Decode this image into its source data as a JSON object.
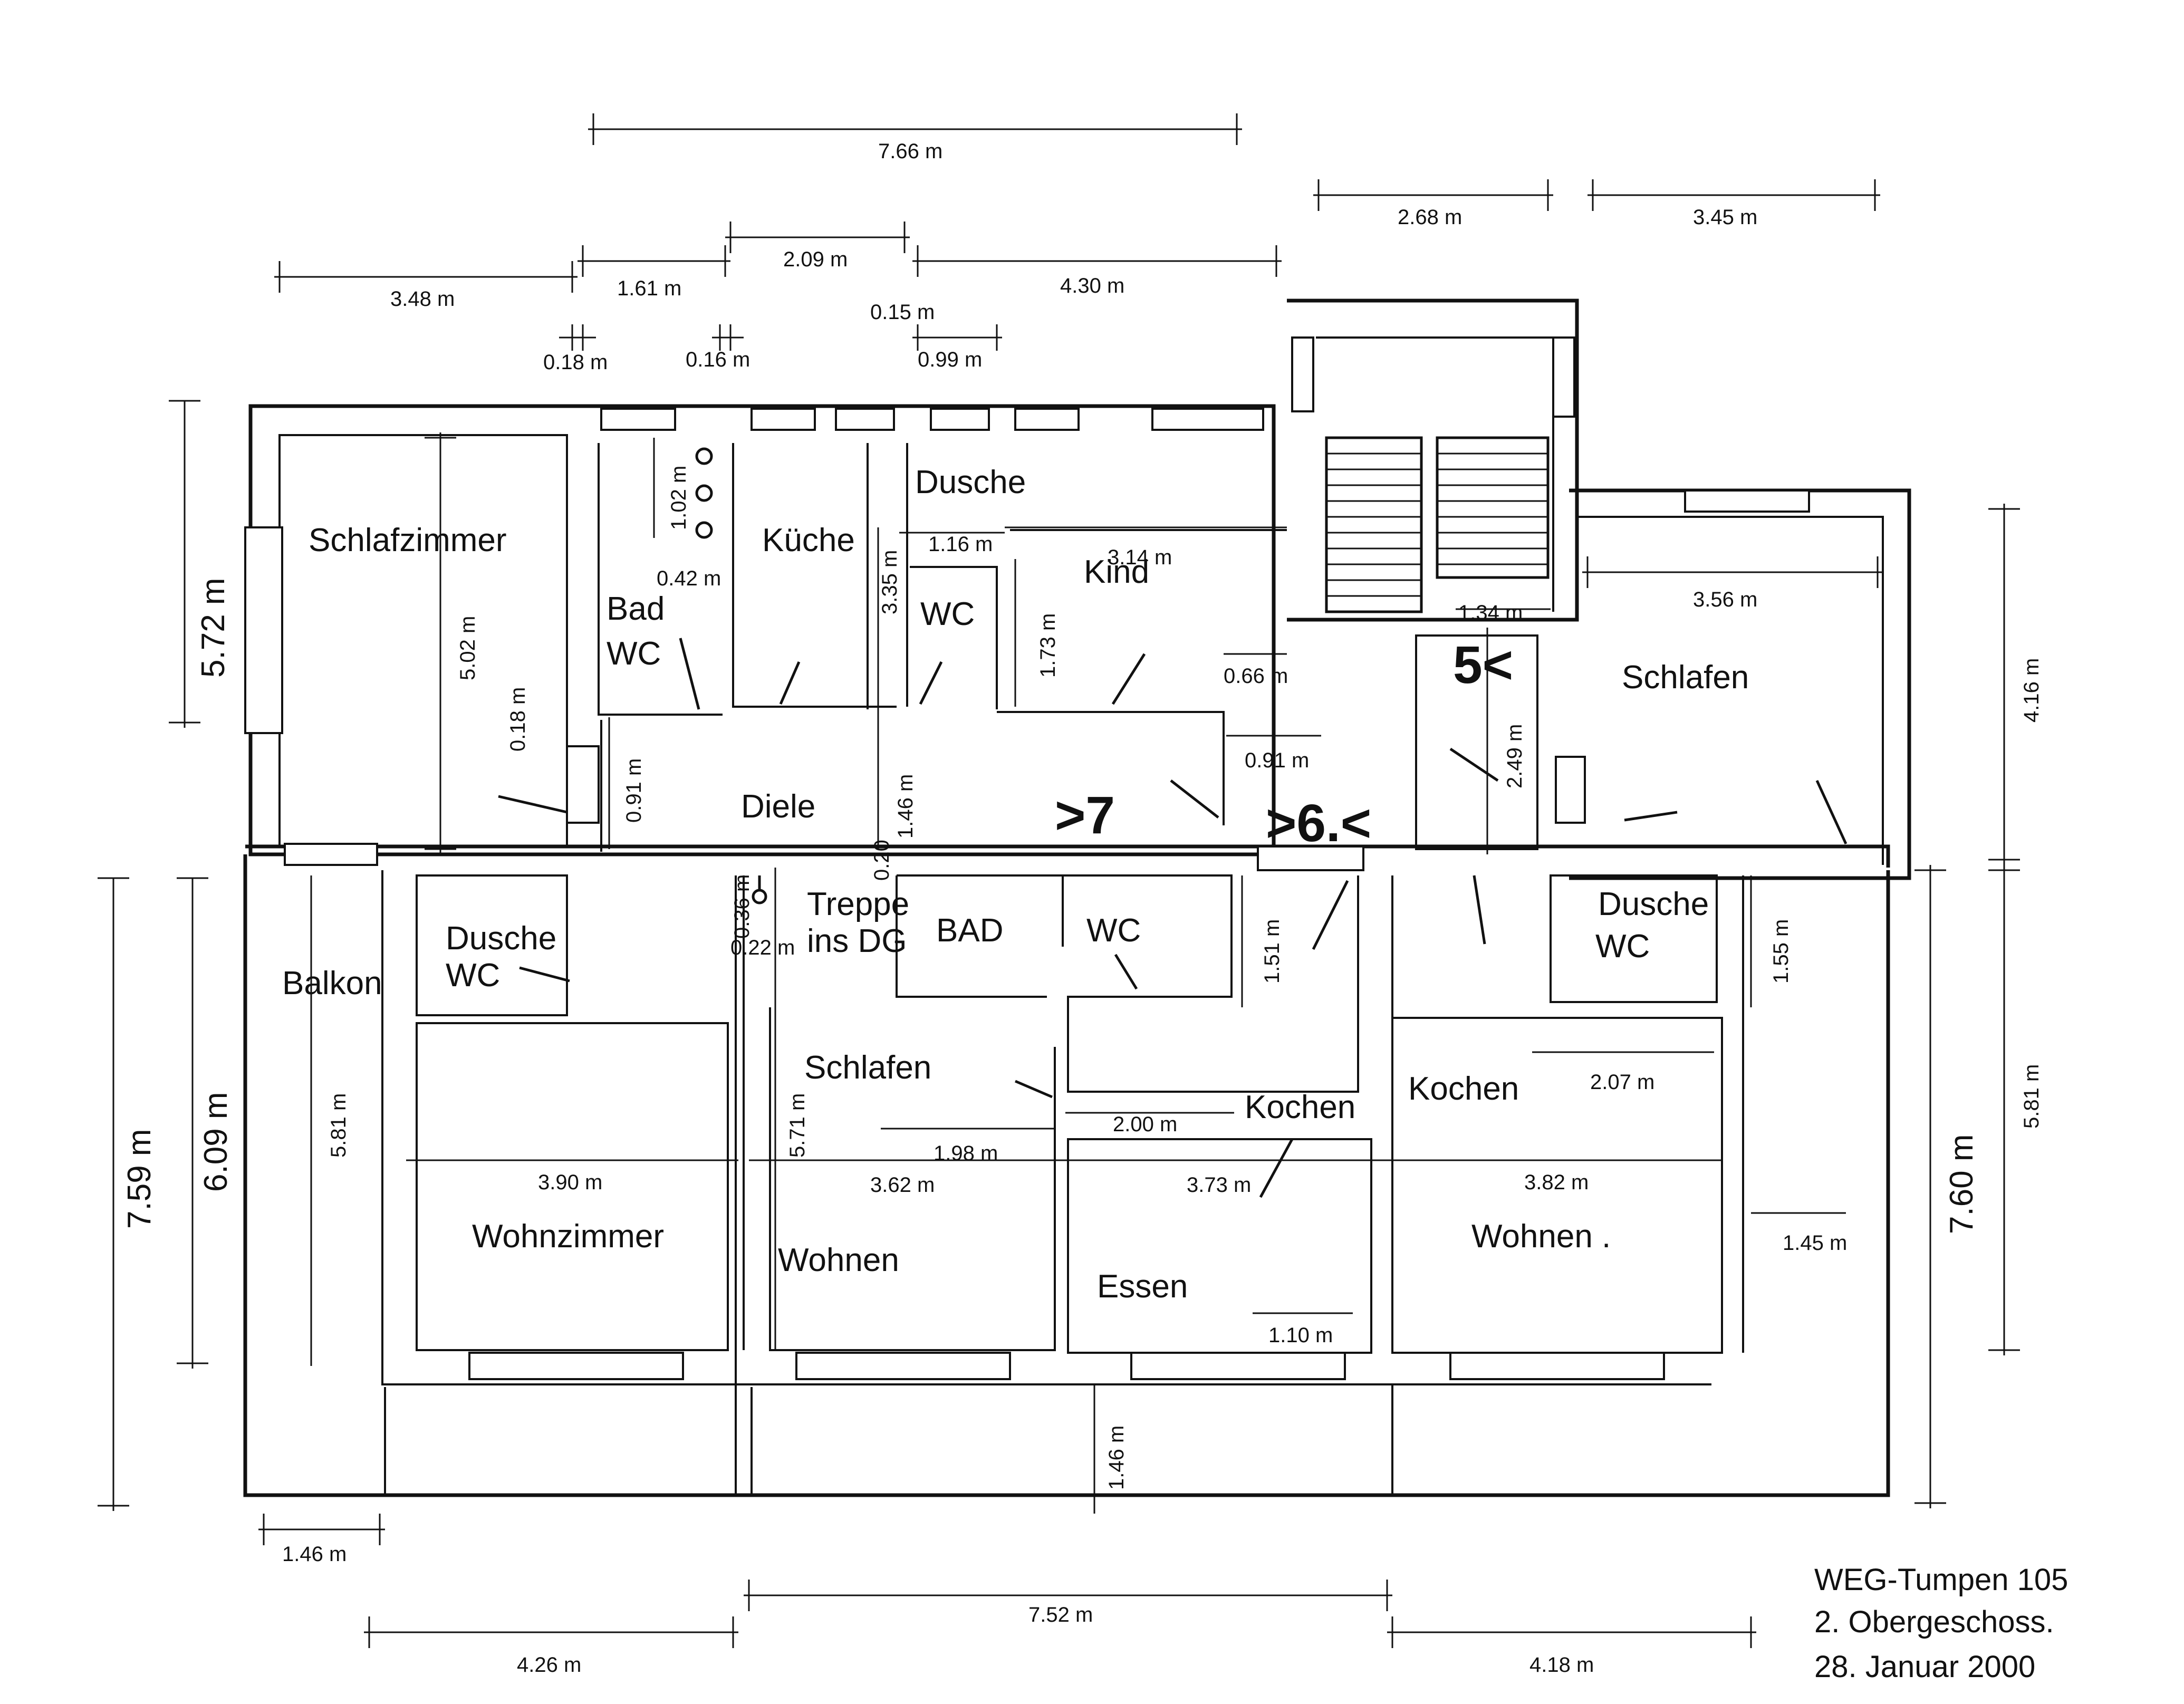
{
  "plan": {
    "rooms": {
      "schlafzimmer": "Schlafzimmer",
      "bad": "Bad",
      "wc_bad": "WC",
      "kueche": "Küche",
      "dusche_top": "Dusche",
      "wc_top": "WC",
      "kind": "Kind",
      "diele": "Diele",
      "schlafen_right": "Schlafen",
      "dusche_wc_left": "Dusche",
      "dusche_wc_left_2": "WC",
      "balkon": "Balkon",
      "treppe": "Treppe",
      "treppe_2": "ins DG",
      "bad_caps": "BAD",
      "wc_mid": "WC",
      "schlafen_mid": "Schlafen",
      "kochen_mid": "Kochen",
      "kochen_right": "Kochen",
      "dusche_right": "Dusche",
      "wc_right": "WC",
      "wohnzimmer": "Wohnzimmer",
      "wohnen_mid": "Wohnen",
      "essen": "Essen",
      "wohnen_right": "Wohnen ."
    },
    "unit_markers": {
      "unit7": ">7",
      "unit6": ">6.<",
      "unit5": "5<"
    },
    "dimensions": {
      "d_766": "7.66 m",
      "d_268": "2.68 m",
      "d_345": "3.45 m",
      "d_348": "3.48 m",
      "d_161": "1.61 m",
      "d_209": "2.09 m",
      "d_430": "4.30 m",
      "d_015": "0.15 m",
      "d_018a": "0.18 m",
      "d_016": "0.16 m",
      "d_099": "0.99 m",
      "d_102": "1.02 m",
      "d_042": "0.42 m",
      "d_116": "1.16 m",
      "d_314": "3.14 m",
      "d_335": "3.35 m",
      "d_173": "1.73 m",
      "d_066": "0.66 m",
      "d_134": "1.34 m",
      "d_356": "3.56 m",
      "d_572": "5.72 m",
      "d_502": "5.02 m",
      "d_018b": "0.18 m",
      "d_091a": "0.91 m",
      "d_146a": "1.46 m",
      "d_091b": "0.91 m",
      "d_249": "2.49 m",
      "d_416": "4.16 m",
      "d_020": "0.20",
      "d_036": "0.36 m",
      "d_022": "0.22 m",
      "d_151": "1.51 m",
      "d_155": "1.55 m",
      "d_759": "7.59 m",
      "d_609": "6.09 m",
      "d_581a": "5.81 m",
      "d_571": "5.71 m",
      "d_200": "2.00 m",
      "d_198": "1.98 m",
      "d_207": "2.07 m",
      "d_390": "3.90 m",
      "d_362": "3.62 m",
      "d_373": "3.73 m",
      "d_382": "3.82 m",
      "d_145": "1.45 m",
      "d_760": "7.60 m",
      "d_581b": "5.81 m",
      "d_110": "1.10 m",
      "d_146b": "1.46 m",
      "d_146c": "1.46 m",
      "d_752": "7.52 m",
      "d_426": "4.26 m",
      "d_418": "4.18 m"
    },
    "title_block": {
      "line1": "WEG-Tumpen 105",
      "line2": "2. Obergeschoss.",
      "line3": "28.   Januar  2000"
    }
  }
}
